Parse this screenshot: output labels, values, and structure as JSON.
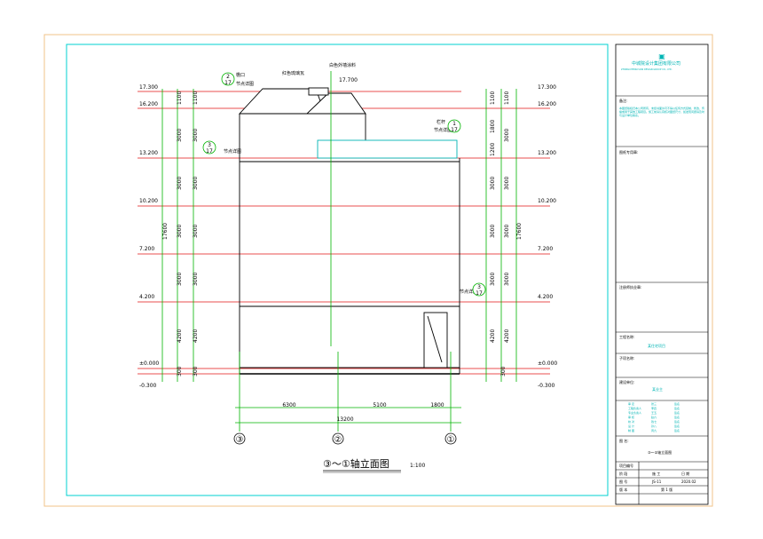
{
  "drawing": {
    "title": "③～①轴立面图",
    "scale": "1:100",
    "levels": [
      "17.300",
      "16.200",
      "13.200",
      "10.200",
      "7.200",
      "4.200",
      "±0.000",
      "-0.300"
    ],
    "ridge_level": "17.700",
    "left_segment_dims": [
      "1100",
      "3000",
      "3000",
      "3000",
      "3000",
      "4200",
      "300"
    ],
    "right_segment_dims": [
      "1100",
      "1800",
      "1200",
      "3000",
      "3000",
      "3000",
      "4200",
      "300"
    ],
    "right_inner_dims": [
      "1100",
      "3000",
      "3000",
      "3000",
      "3000",
      "4200",
      "300"
    ],
    "total_height": "17600",
    "bottom_dims": [
      "6300",
      "5100",
      "1800"
    ],
    "total_width": "13200",
    "axis_labels": [
      "③",
      "②",
      "①"
    ],
    "annotations": {
      "red_tile": "红色琉璃瓦",
      "white_paint": "白色外墙涂料",
      "eave": "檐口",
      "railing": "栏杆",
      "see_detail": "节点详图",
      "detail_a_num": "2",
      "detail_a_den": "17",
      "detail_b_num": "3",
      "detail_b_den": "17",
      "detail_c_num": "1",
      "detail_c_den": "17",
      "detail_d_num": "3",
      "detail_d_den": "17"
    }
  },
  "title_block": {
    "company_cn": "中城院设计集团有限公司",
    "company_en": "ZHONGCHENGYUAN DESIGN GROUP CO., LTD.",
    "notes_label": "备注:",
    "notes_text": "本图纸版权归本公司所有，未经书面许可不得以任何方式复制、修改、传播或用于其他工程项目。施工前请认真核对图纸尺寸，如发现问题请及时与设计单位联系。",
    "stamp_label": "图纸专用章:",
    "reg_stamp_label": "注册师执业章:",
    "project_name_label": "工程名称:",
    "project_name": "某住宅项目",
    "subitem_label": "子项名称:",
    "client_label": "建设单位:",
    "client": "某业主",
    "signoff_rows": [
      [
        "审 定",
        "张三",
        "签名"
      ],
      [
        "工程负责人",
        "李四",
        "签名"
      ],
      [
        "专业负责人",
        "王五",
        "签名"
      ],
      [
        "审 核",
        "赵六",
        "签名"
      ],
      [
        "校 对",
        "钱七",
        "签名"
      ],
      [
        "设 计",
        "孙八",
        "签名"
      ],
      [
        "制 图",
        "周九",
        "签名"
      ]
    ],
    "drawing_name_label": "图 名:",
    "drawing_name": "③～①轴立面图",
    "project_no_label": "项目编号",
    "phase_label": "阶 段",
    "phase_value": "施 工",
    "sheet_label": "日 期",
    "drawing_no_label": "图 号",
    "drawing_no": "JS-11",
    "date": "2020.02",
    "version_label": "版 本",
    "page_label": "第 1 版"
  },
  "colors": {
    "frame_orange": "#f0c38a",
    "frame_cyan": "#00d2d2",
    "level_red": "#e01515",
    "dim_green": "#00b400",
    "building": "#000000"
  }
}
